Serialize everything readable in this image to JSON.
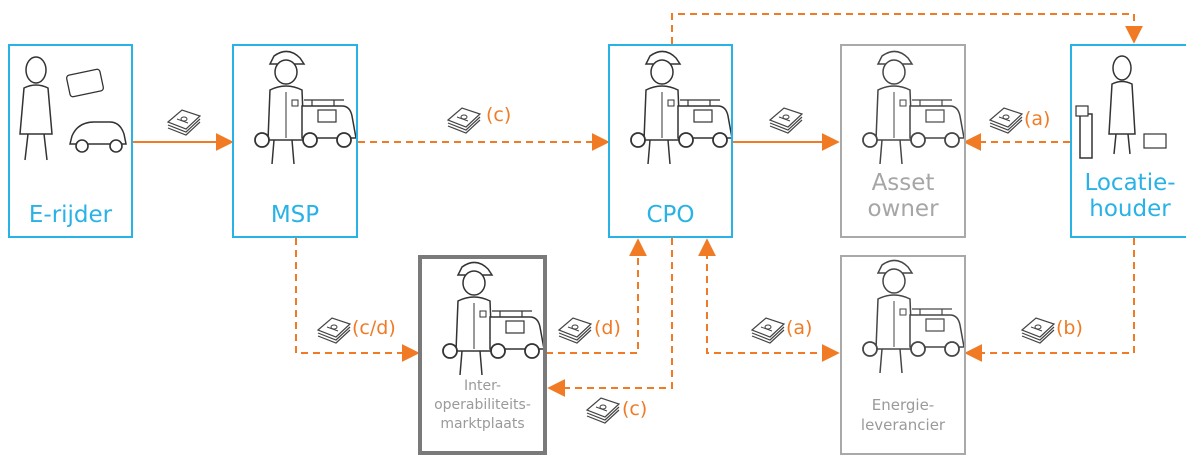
{
  "nodes": {
    "e_rijder": {
      "label": "E-rijder"
    },
    "msp": {
      "label": "MSP"
    },
    "cpo": {
      "label": "CPO"
    },
    "asset_owner": {
      "label": "Asset\nowner"
    },
    "locatiehouder": {
      "label": "Locatie-\nhouder"
    },
    "interoperabiliteit": {
      "label": "Inter-\noperabiliteits-\nmarktplaats"
    },
    "energieleverancier": {
      "label": "Energie-\nleverancier"
    }
  },
  "flow_labels": {
    "msp_cpo": "(c)",
    "locatie_asset": "(a)",
    "msp_interop": "(c/d)",
    "interop_cpo": "(d)",
    "cpo_interop": "(c)",
    "cpo_energie": "(a)",
    "locatie_energie": "(b)"
  },
  "colors": {
    "accent_blue": "#29b2e6",
    "flow_orange": "#f07b24",
    "inactive_grey": "#a9a9a9",
    "dark_grey": "#7a7a7a"
  }
}
